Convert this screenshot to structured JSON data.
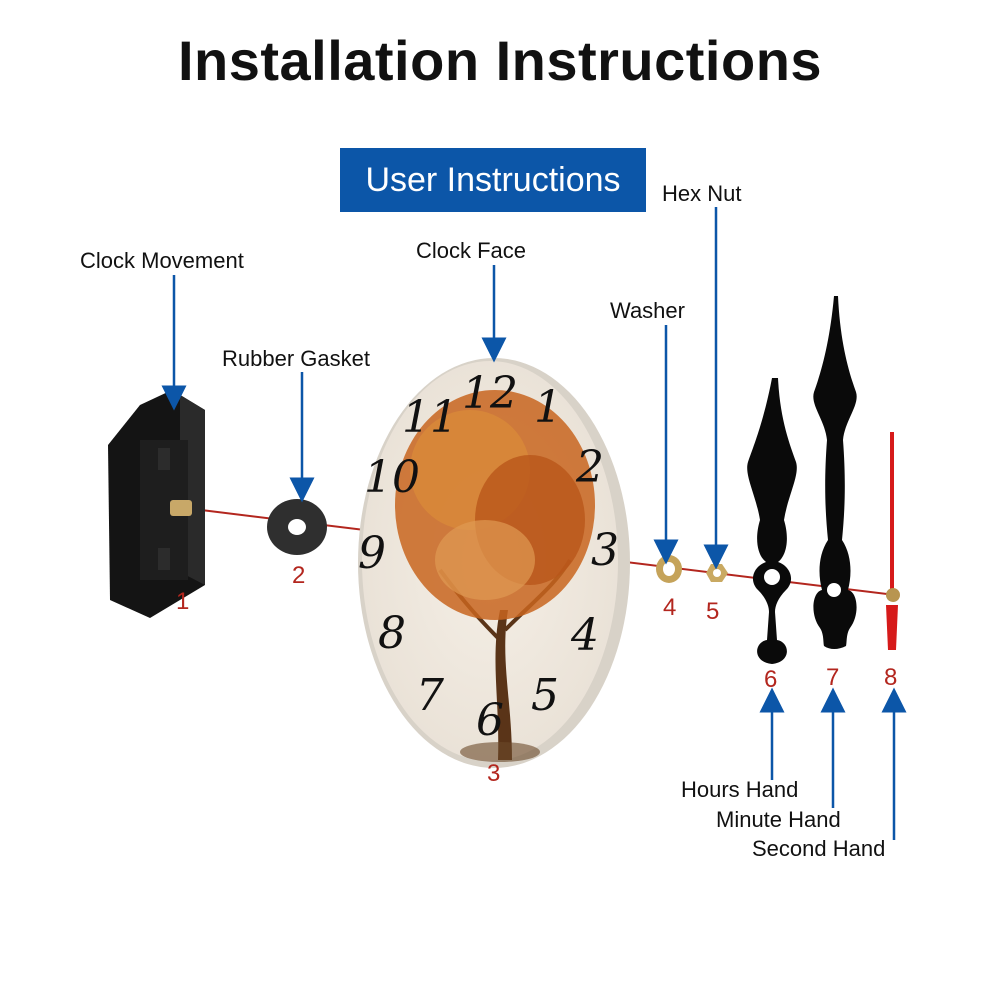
{
  "title": "Installation Instructions",
  "banner": "User Instructions",
  "labels": {
    "clock_movement": "Clock Movement",
    "rubber_gasket": "Rubber Gasket",
    "clock_face": "Clock Face",
    "washer": "Washer",
    "hex_nut": "Hex Nut",
    "hours_hand": "Hours Hand",
    "minute_hand": "Minute Hand",
    "second_hand": "Second Hand"
  },
  "numbers": [
    "1",
    "2",
    "3",
    "4",
    "5",
    "6",
    "7",
    "8"
  ],
  "dial": [
    "12",
    "1",
    "2",
    "3",
    "4",
    "5",
    "6",
    "7",
    "8",
    "9",
    "10",
    "11"
  ],
  "colors": {
    "arrow": "#0c56a8",
    "number": "#b3261e",
    "banner": "#0c56a8",
    "axis": "#b3261e"
  }
}
